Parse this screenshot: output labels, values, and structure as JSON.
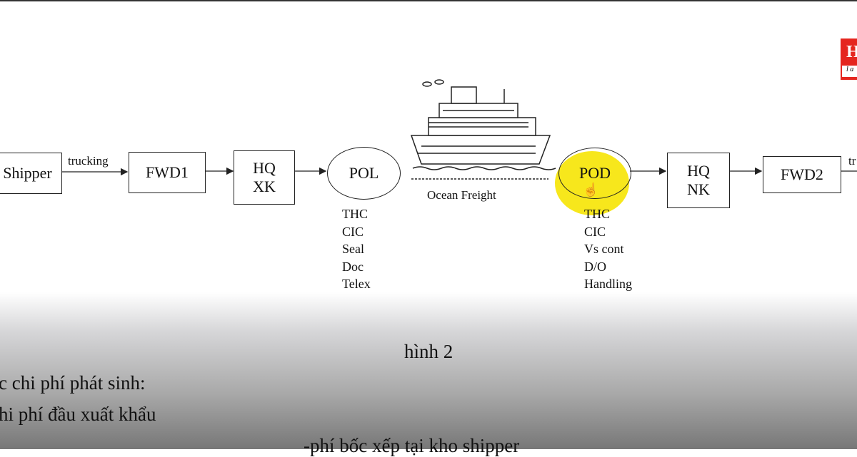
{
  "nodes": {
    "shipper": "Shipper",
    "fwd1": "FWD1",
    "hq_xk_1": "HQ",
    "hq_xk_2": "XK",
    "pol": "POL",
    "pod": "POD",
    "hq_nk_1": "HQ",
    "hq_nk_2": "NK",
    "fwd2": "FWD2"
  },
  "edges": {
    "trucking_left": "trucking",
    "trucking_right": "tr"
  },
  "ocean_freight": "Ocean Freight",
  "pol_charges": [
    "THC",
    "CIC",
    "Seal",
    "Doc",
    "Telex"
  ],
  "pod_charges": [
    "THC",
    "CIC",
    "Vs cont",
    "D/O",
    "Handling"
  ],
  "caption": "hình 2",
  "body_text": [
    "c chi phí phát sinh:",
    "hi phí đầu xuất khẩu",
    "-phí bốc xếp tại kho shipper"
  ],
  "logo": {
    "letter": "H",
    "sub": "l a"
  },
  "colors": {
    "highlight": "#f7e71c",
    "logo": "#e5261f"
  }
}
